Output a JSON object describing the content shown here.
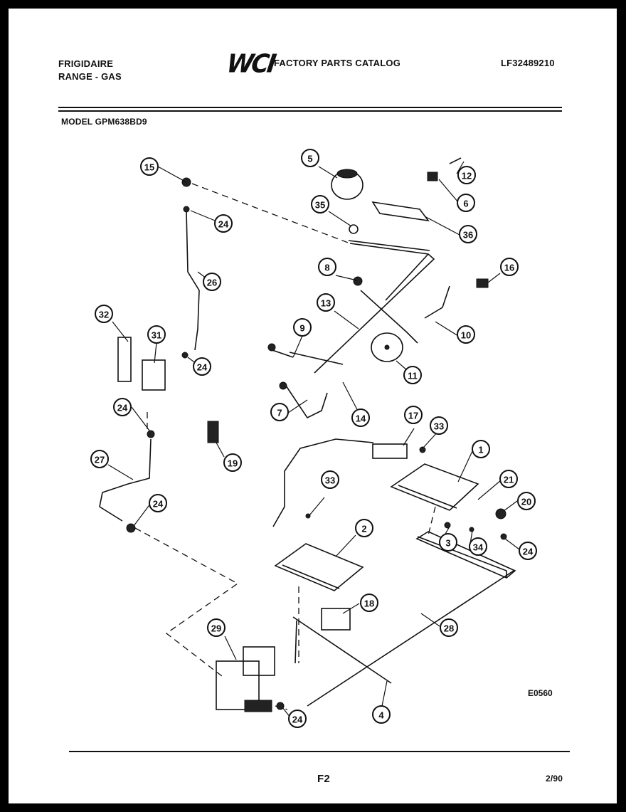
{
  "header": {
    "brand": "FRIGIDAIRE",
    "product": "RANGE - GAS",
    "logo": "WCI",
    "catalog_title": "FACTORY PARTS CATALOG",
    "catalog_number": "LF32489210",
    "model": "MODEL GPM638BD9"
  },
  "diagram": {
    "callouts": [
      "15",
      "24",
      "26",
      "32",
      "31",
      "24",
      "24",
      "27",
      "24",
      "5",
      "35",
      "12",
      "6",
      "36",
      "8",
      "16",
      "13",
      "9",
      "10",
      "11",
      "7",
      "14",
      "19",
      "17",
      "33",
      "1",
      "21",
      "20",
      "33",
      "2",
      "3",
      "34",
      "24",
      "18",
      "28",
      "29",
      "24",
      "4"
    ],
    "drawing_code": "E0560"
  },
  "footer": {
    "page": "F2",
    "date": "2/90"
  }
}
